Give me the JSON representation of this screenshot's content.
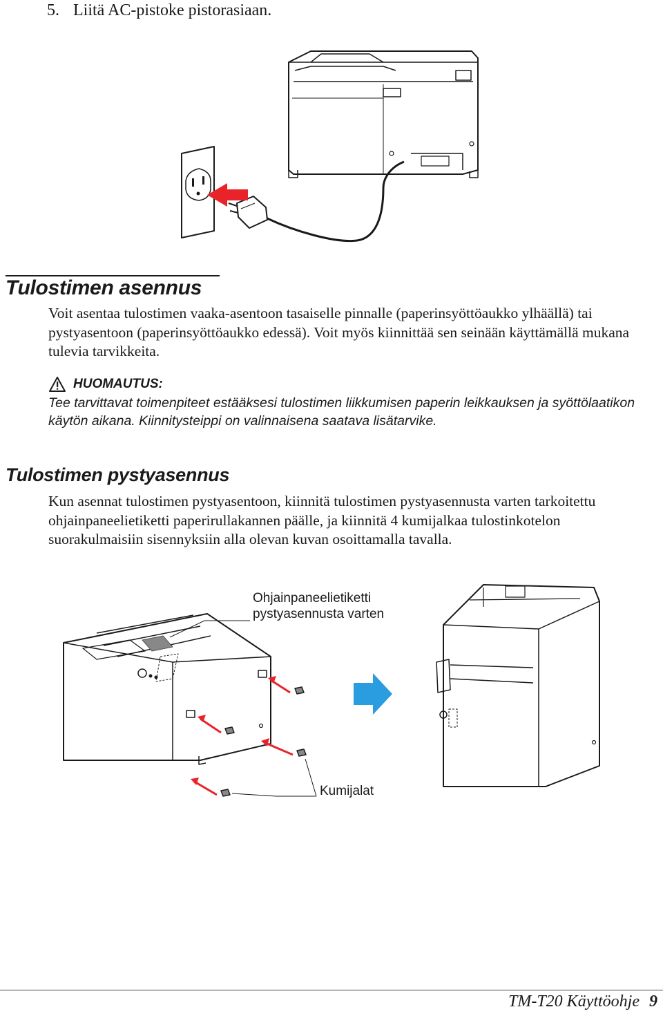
{
  "step": {
    "number": "5.",
    "text": "Liitä AC-pistoke pistorasiaan."
  },
  "section_title": "Tulostimen asennus",
  "intro_text": "Voit asentaa tulostimen vaaka-asentoon tasaiselle pinnalle (paperinsyöttöaukko ylhäällä) tai pystyasentoon (paperinsyöttöaukko edessä). Voit myös kiinnittää sen seinään käyttämällä mukana tulevia tarvikkeita.",
  "note": {
    "heading": "HUOMAUTUS:",
    "text": "Tee tarvittavat toimenpiteet estääksesi tulostimen liikkumisen paperin leikkauksen ja syöttölaatikon käytön aikana. Kiinnitysteippi on valinnaisena saatava lisätarvike."
  },
  "subsection_title": "Tulostimen pystyasennus",
  "vertical_text": "Kun asennat tulostimen pystyasentoon, kiinnitä tulostimen pystyasennusta varten tarkoitettu ohjainpaneelietiketti paperirullakannen päälle, ja kiinnitä 4 kumijalkaa tulostinkotelon suorakulmaisiin sisennyksiin alla olevan kuvan osoittamalla tavalla.",
  "callouts": {
    "label": "Ohjainpaneelietiketti pystyasennusta varten",
    "feet": "Kumijalat"
  },
  "footer": {
    "title": "TM-T20 Käyttöohje",
    "page": "9"
  },
  "colors": {
    "arrow_red": "#e8242a",
    "arrow_blue": "#2a9ce0",
    "text": "#1a1a1a"
  },
  "icons": [
    "warning-icon",
    "printer-illustration",
    "wall-outlet-illustration",
    "arrow-right-icon"
  ]
}
